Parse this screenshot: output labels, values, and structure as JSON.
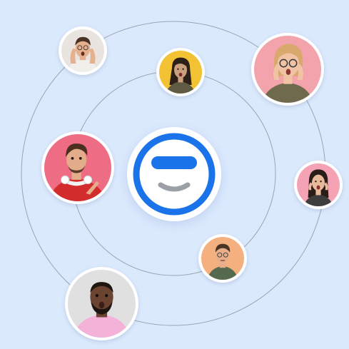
{
  "colors": {
    "background": "#dbe9fd",
    "orbit_line": "#9aa5b4",
    "brand_blue": "#1a73e8",
    "brand_gray": "#9aa0a6",
    "badge_fill": "#ffffff"
  },
  "logo": {
    "icon": "smiley-logo-icon"
  },
  "avatars": [
    {
      "id": "surprised-man-hands",
      "bg": "#e9e4e0",
      "shirt": "#f1efec",
      "skin": "#e5b08e",
      "hair": "#4a3224"
    },
    {
      "id": "surprised-woman-yellow",
      "bg": "#f2c233",
      "shirt": "#5e5a44",
      "skin": "#caa07e",
      "hair": "#2c2018"
    },
    {
      "id": "shocked-woman-glasses",
      "bg": "#f2a3ab",
      "shirt": "#6f6a4e",
      "skin": "#f0c3a5",
      "hair": "#d9a86c"
    },
    {
      "id": "man-headphones-red",
      "bg": "#ee6d85",
      "shirt": "#d32c2c",
      "skin": "#e3ac8a",
      "hair": "#4b2f1f"
    },
    {
      "id": "surprised-woman-pink",
      "bg": "#f5a3b4",
      "shirt": "#3d3d3d",
      "skin": "#e8b99b",
      "hair": "#2a1c16"
    },
    {
      "id": "man-glasses-sweater",
      "bg": "#f4b07f",
      "shirt": "#556a4e",
      "skin": "#e6ae8a",
      "hair": "#4a3525"
    },
    {
      "id": "shocked-man-beard",
      "bg": "#e0e0e0",
      "shirt": "#f4b2d9",
      "skin": "#6a4431",
      "hair": "#1f1612"
    }
  ]
}
